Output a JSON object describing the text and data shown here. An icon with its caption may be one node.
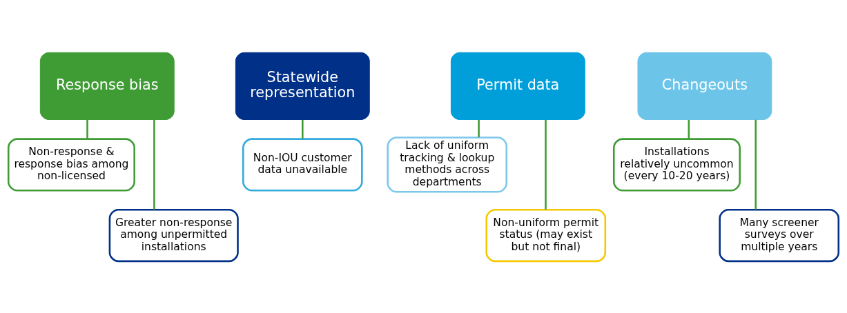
{
  "diagram": {
    "nodes": [
      {
        "text": [
          "Response bias"
        ]
      },
      {
        "text": [
          "Non-response & response bias among non-licensed"
        ]
      },
      {
        "text": [
          "Greater non-response among unpermitted installations"
        ]
      },
      {
        "text": [
          "Statewide representation"
        ]
      },
      {
        "text": [
          "Non-IOU customer data unavailable"
        ]
      },
      {
        "text": [
          "Permit data"
        ]
      },
      {
        "text": [
          "Lack of uniform tracking & lookup methods across departments"
        ]
      },
      {
        "text": [
          "Non-uniform permit status (may exist but not final)"
        ]
      },
      {
        "text": [
          "Changeouts"
        ]
      },
      {
        "text": [
          "Installations relatively uncommon (every 10-20 years)"
        ]
      },
      {
        "text": [
          "Many screener surveys over multiple years"
        ]
      }
    ],
    "edges": [
      {
        "from": 0,
        "to": 1,
        "arrow": "none"
      },
      {
        "from": 0,
        "to": 2,
        "arrow": "none"
      },
      {
        "from": 3,
        "to": 4,
        "arrow": "none"
      },
      {
        "from": 5,
        "to": 6,
        "arrow": "none"
      },
      {
        "from": 5,
        "to": 7,
        "arrow": "none"
      },
      {
        "from": 8,
        "to": 9,
        "arrow": "none"
      },
      {
        "from": 8,
        "to": 10,
        "arrow": "none"
      }
    ]
  }
}
